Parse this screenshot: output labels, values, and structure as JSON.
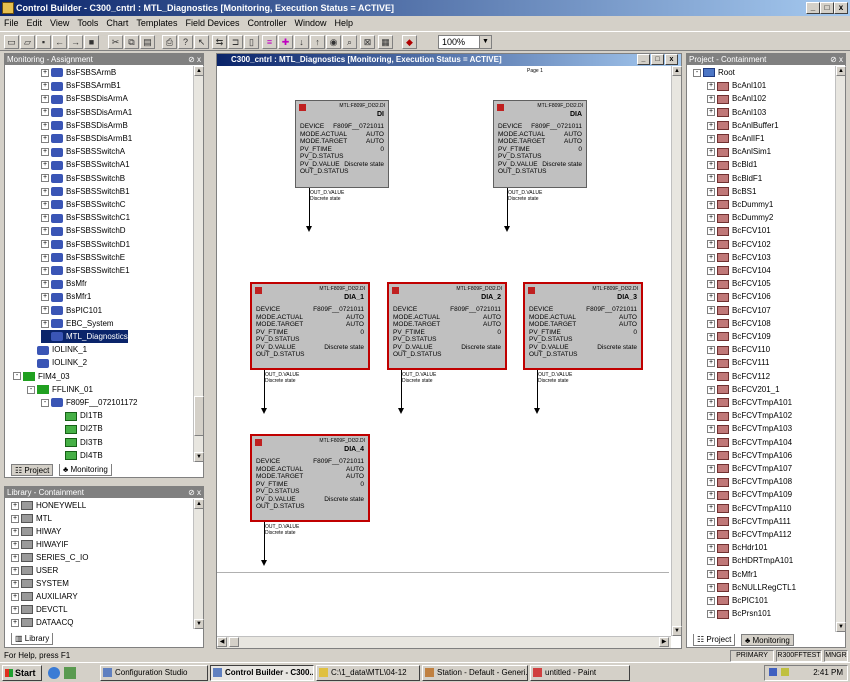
{
  "window": {
    "title": "Control Builder - C300_cntrl : MTL_Diagnostics [Monitoring, Execution Status = ACTIVE]",
    "min": "_",
    "max": "□",
    "close": "x"
  },
  "menu": [
    "File",
    "Edit",
    "View",
    "Tools",
    "Chart",
    "Templates",
    "Field Devices",
    "Controller",
    "Window",
    "Help"
  ],
  "toolbar": {
    "zoom": "100%"
  },
  "monitoring_panel": {
    "title": "Monitoring - Assignment",
    "items": [
      {
        "label": "BsFSBSArmB",
        "level": 2,
        "pm": "+"
      },
      {
        "label": "BsFSBSArmB1",
        "level": 2,
        "pm": "+"
      },
      {
        "label": "BsFSBSDisArmA",
        "level": 2,
        "pm": "+"
      },
      {
        "label": "BsFSBSDisArmA1",
        "level": 2,
        "pm": "+"
      },
      {
        "label": "BsFSBSDisArmB",
        "level": 2,
        "pm": "+"
      },
      {
        "label": "BsFSBSDisArmB1",
        "level": 2,
        "pm": "+"
      },
      {
        "label": "BsFSBSSwitchA",
        "level": 2,
        "pm": "+"
      },
      {
        "label": "BsFSBSSwitchA1",
        "level": 2,
        "pm": "+"
      },
      {
        "label": "BsFSBSSwitchB",
        "level": 2,
        "pm": "+"
      },
      {
        "label": "BsFSBSSwitchB1",
        "level": 2,
        "pm": "+"
      },
      {
        "label": "BsFSBSSwitchC",
        "level": 2,
        "pm": "+"
      },
      {
        "label": "BsFSBSSwitchC1",
        "level": 2,
        "pm": "+"
      },
      {
        "label": "BsFSBSSwitchD",
        "level": 2,
        "pm": "+"
      },
      {
        "label": "BsFSBSSwitchD1",
        "level": 2,
        "pm": "+"
      },
      {
        "label": "BsFSBSSwitchE",
        "level": 2,
        "pm": "+"
      },
      {
        "label": "BsFSBSSwitchE1",
        "level": 2,
        "pm": "+"
      },
      {
        "label": "BsMfr",
        "level": 2,
        "pm": "+"
      },
      {
        "label": "BsMfr1",
        "level": 2,
        "pm": "+"
      },
      {
        "label": "BsPIC101",
        "level": 2,
        "pm": "+"
      },
      {
        "label": "EBC_System",
        "level": 2,
        "pm": "+"
      },
      {
        "label": "MTL_Diagnostics",
        "level": 2,
        "pm": "",
        "selected": true
      },
      {
        "label": "IOLINK_1",
        "level": 1,
        "pm": ""
      },
      {
        "label": "IOLINK_2",
        "level": 1,
        "pm": ""
      },
      {
        "label": "FIM4_03",
        "level": 0,
        "pm": "-"
      },
      {
        "label": "FFLINK_01",
        "level": 1,
        "pm": "-"
      },
      {
        "label": "F809F__072101172",
        "level": 2,
        "pm": "-"
      },
      {
        "label": "DI1TB",
        "level": 3,
        "pm": ""
      },
      {
        "label": "DI2TB",
        "level": 3,
        "pm": ""
      },
      {
        "label": "DI3TB",
        "level": 3,
        "pm": ""
      },
      {
        "label": "DI4TB",
        "level": 3,
        "pm": ""
      }
    ],
    "tabs": [
      "Project",
      "Monitoring"
    ]
  },
  "library_panel": {
    "title": "Library - Containment",
    "items": [
      "HONEYWELL",
      "MTL",
      "HIWAY",
      "HIWAYIF",
      "SERIES_C_IO",
      "USER",
      "SYSTEM",
      "AUXILIARY",
      "DEVCTL",
      "DATAACQ"
    ],
    "tabs": [
      "Library"
    ]
  },
  "canvas": {
    "title": "C300_cntrl : MTL_Diagnostics [Monitoring, Execution Status = ACTIVE]",
    "page_label": "Page 1",
    "blocks": [
      {
        "type": "MTL:F809F_DI32.DI",
        "name": "DI",
        "device": "F809F__0721011",
        "mode_actual": "AUTO",
        "mode_target": "AUTO",
        "pv_ftime": "0",
        "pv_value": "Discrete state",
        "out_label": "OUT_D.VALUE",
        "out_value": "Discrete state"
      },
      {
        "type": "MTL:F809F_DI32.DI",
        "name": "DIA",
        "device": "F809F__0721011",
        "mode_actual": "AUTO",
        "mode_target": "AUTO",
        "pv_ftime": "0",
        "pv_value": "Discrete state",
        "out_label": "OUT_D.VALUE",
        "out_value": "Discrete state"
      },
      {
        "type": "MTL:F809F_DI32.DI",
        "name": "DIA_1",
        "device": "F809F__0721011",
        "mode_actual": "AUTO",
        "mode_target": "AUTO",
        "pv_ftime": "0",
        "pv_value": "Discrete state",
        "out_label": "OUT_D.VALUE",
        "out_value": "Discrete state"
      },
      {
        "type": "MTL:F809F_DI32.DI",
        "name": "DIA_2",
        "device": "F809F__0721011",
        "mode_actual": "AUTO",
        "mode_target": "AUTO",
        "pv_ftime": "0",
        "pv_value": "Discrete state",
        "out_label": "OUT_D.VALUE",
        "out_value": "Discrete state"
      },
      {
        "type": "MTL:F809F_DI32.DI",
        "name": "DIA_3",
        "device": "F809F__0721011",
        "mode_actual": "AUTO",
        "mode_target": "AUTO",
        "pv_ftime": "0",
        "pv_value": "Discrete state",
        "out_label": "OUT_D.VALUE",
        "out_value": "Discrete state"
      },
      {
        "type": "MTL:F809F_DI32.DI",
        "name": "DIA_4",
        "device": "F809F__0721011",
        "mode_actual": "AUTO",
        "mode_target": "AUTO",
        "pv_ftime": "0",
        "pv_value": "Discrete state",
        "out_label": "OUT_D.VALUE",
        "out_value": "Discrete state"
      }
    ],
    "param_labels": [
      "DEVICE",
      "MODE.ACTUAL",
      "MODE.TARGET",
      "PV_FTIME",
      "PV_D.STATUS",
      "PV_D.VALUE",
      "OUT_D.STATUS"
    ]
  },
  "project_panel": {
    "title": "Project - Containment",
    "root": "Root",
    "items": [
      "BcAnl101",
      "BcAnl102",
      "BcAnl103",
      "BcAnlBuffer1",
      "BcAnlIF1",
      "BcAnlSim1",
      "BcBld1",
      "BcBldF1",
      "BcBS1",
      "BcDummy1",
      "BcDummy2",
      "BcFCV101",
      "BcFCV102",
      "BcFCV103",
      "BcFCV104",
      "BcFCV105",
      "BcFCV106",
      "BcFCV107",
      "BcFCV108",
      "BcFCV109",
      "BcFCV110",
      "BcFCV111",
      "BcFCV112",
      "BcFCV201_1",
      "BcFCVTmpA101",
      "BcFCVTmpA102",
      "BcFCVTmpA103",
      "BcFCVTmpA104",
      "BcFCVTmpA106",
      "BcFCVTmpA107",
      "BcFCVTmpA108",
      "BcFCVTmpA109",
      "BcFCVTmpA110",
      "BcFCVTmpA111",
      "BcFCVTmpA112",
      "BcHdr101",
      "BcHDRTmpA101",
      "BcMfr1",
      "BcNULLRegCTL1",
      "BcPIC101",
      "BcPrsn101"
    ],
    "tabs": [
      "Project",
      "Monitoring"
    ]
  },
  "status": {
    "help": "For Help, press F1",
    "primary": "PRIMARY",
    "server": "R300FFTEST",
    "mode": "MNGR"
  },
  "taskbar": {
    "start": "Start",
    "tasks": [
      "Configuration Studio",
      "Control Builder - C300...",
      "C:\\1_data\\MTL\\04-12",
      "Station - Default - Generi...",
      "untitled - Paint"
    ],
    "time": "2:41 PM"
  },
  "colors": {
    "title_start": "#0a246a",
    "title_end": "#a6caf0",
    "alarm_border": "#c00000",
    "block_fill": "#c0c0c0"
  }
}
